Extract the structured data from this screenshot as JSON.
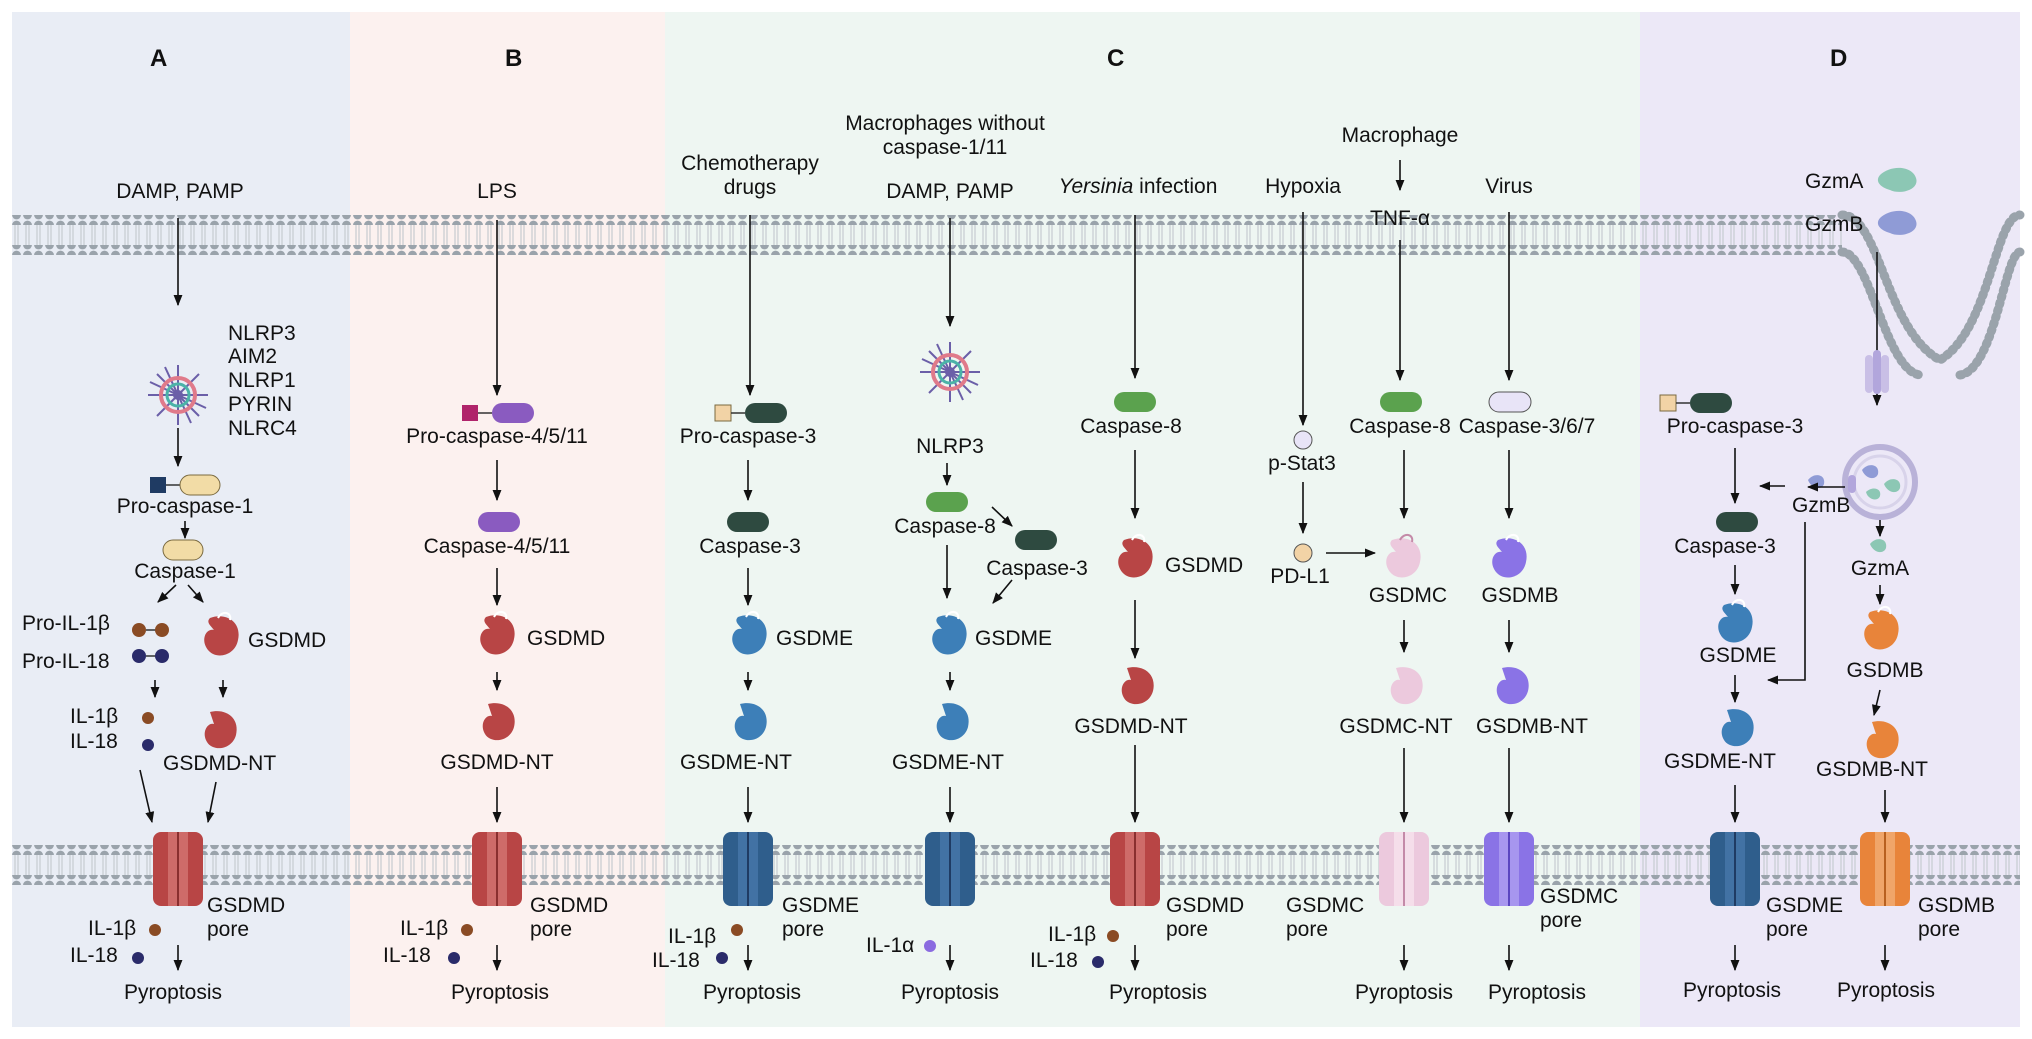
{
  "panels": {
    "A": {
      "letter": "A",
      "trigger": "DAMP, PAMP",
      "sensors": [
        "NLRP3",
        "AIM2",
        "NLRP1",
        "PYRIN",
        "NLRC4"
      ],
      "pro_caspase": "Pro-caspase-1",
      "caspase": "Caspase-1",
      "pro_il1b": "Pro-IL-1β",
      "pro_il18": "Pro-IL-18",
      "gsdmd": "GSDMD",
      "il1b": "IL-1β",
      "il18": "IL-18",
      "gsdmd_nt": "GSDMD-NT",
      "pore": [
        "GSDMD",
        "pore"
      ],
      "out_il1b": "IL-1β",
      "out_il18": "IL-18",
      "outcome": "Pyroptosis"
    },
    "B": {
      "letter": "B",
      "trigger": "LPS",
      "pro_caspase": "Pro-caspase-4/5/11",
      "caspase": "Caspase-4/5/11",
      "gsdmd": "GSDMD",
      "gsdmd_nt": "GSDMD-NT",
      "pore": [
        "GSDMD",
        "pore"
      ],
      "out_il1b": "IL-1β",
      "out_il18": "IL-18",
      "outcome": "Pyroptosis"
    },
    "C": {
      "letter": "C",
      "chemo": {
        "trigger": [
          "Chemotherapy",
          "drugs"
        ],
        "pro_caspase": "Pro-caspase-3",
        "caspase": "Caspase-3",
        "gsdme": "GSDME",
        "gsdme_nt": "GSDME-NT",
        "pore": [
          "GSDME",
          "pore"
        ],
        "out_il1b": "IL-1β",
        "out_il18": "IL-18",
        "outcome": "Pyroptosis"
      },
      "macrophage_nlrp3": {
        "header": [
          "Macrophages without",
          "caspase-1/11"
        ],
        "trigger": "DAMP, PAMP",
        "sensor": "NLRP3",
        "caspase8": "Caspase-8",
        "caspase3": "Caspase-3",
        "gsdme": "GSDME",
        "gsdme_nt": "GSDME-NT",
        "out_il1a": "IL-1α",
        "outcome": "Pyroptosis"
      },
      "yersinia": {
        "trigger_italic": "Yersinia",
        "trigger_rest": " infection",
        "caspase8": "Caspase-8",
        "gsdmd": "GSDMD",
        "gsdmd_nt": "GSDMD-NT",
        "pore": [
          "GSDMD",
          "pore"
        ],
        "out_il1b": "IL-1β",
        "out_il18": "IL-18",
        "outcome": "Pyroptosis"
      },
      "hypoxia": {
        "trigger": "Hypoxia",
        "pstat3": "p-Stat3",
        "pdl1": "PD-L1",
        "macrophage": "Macrophage",
        "tnfa": "TNF-α",
        "caspase8": "Caspase-8",
        "gsdmc": "GSDMC",
        "gsdmc_nt": "GSDMC-NT",
        "pore": [
          "GSDMC",
          "pore"
        ],
        "outcome": "Pyroptosis"
      },
      "virus": {
        "trigger": "Virus",
        "caspase": "Caspase-3/6/7",
        "gsdmb": "GSDMB",
        "gsdmb_nt": "GSDMB-NT",
        "pore": [
          "GSDMC",
          "pore"
        ],
        "outcome": "Pyroptosis"
      }
    },
    "D": {
      "letter": "D",
      "gzma": "GzmA",
      "gzmb": "GzmB",
      "pro_caspase": "Pro-caspase-3",
      "gzmb_inner": "GzmB",
      "caspase": "Caspase-3",
      "gzma_inner": "GzmA",
      "gsdme": "GSDME",
      "gsdmb": "GSDMB",
      "gsdme_nt": "GSDME-NT",
      "gsdmb_nt": "GSDMB-NT",
      "pore_e": [
        "GSDME",
        "pore"
      ],
      "pore_b": [
        "GSDMB",
        "pore"
      ],
      "outcome_e": "Pyroptosis",
      "outcome_b": "Pyroptosis"
    }
  },
  "colors": {
    "panelA_bg": "#e9edf5",
    "panelB_bg": "#fcf1ef",
    "panelC_bg": "#eef6f2",
    "panelD_bg": "#ece8f7",
    "membrane_head": "#9aa3ab",
    "gsdmd": "#b84545",
    "gsdme": "#3d6fa3",
    "gsdmc": "#ecc9dd",
    "gsdmb_purple": "#8a73e6",
    "gsdmb_orange": "#e8843a",
    "caspase1": "#f2dca6",
    "caspase3": "#2e4a40",
    "caspase4": "#8a5bc0",
    "caspase8": "#5ba24e",
    "gzma": "#8cc7b4",
    "gzmb": "#8f9bd6"
  }
}
